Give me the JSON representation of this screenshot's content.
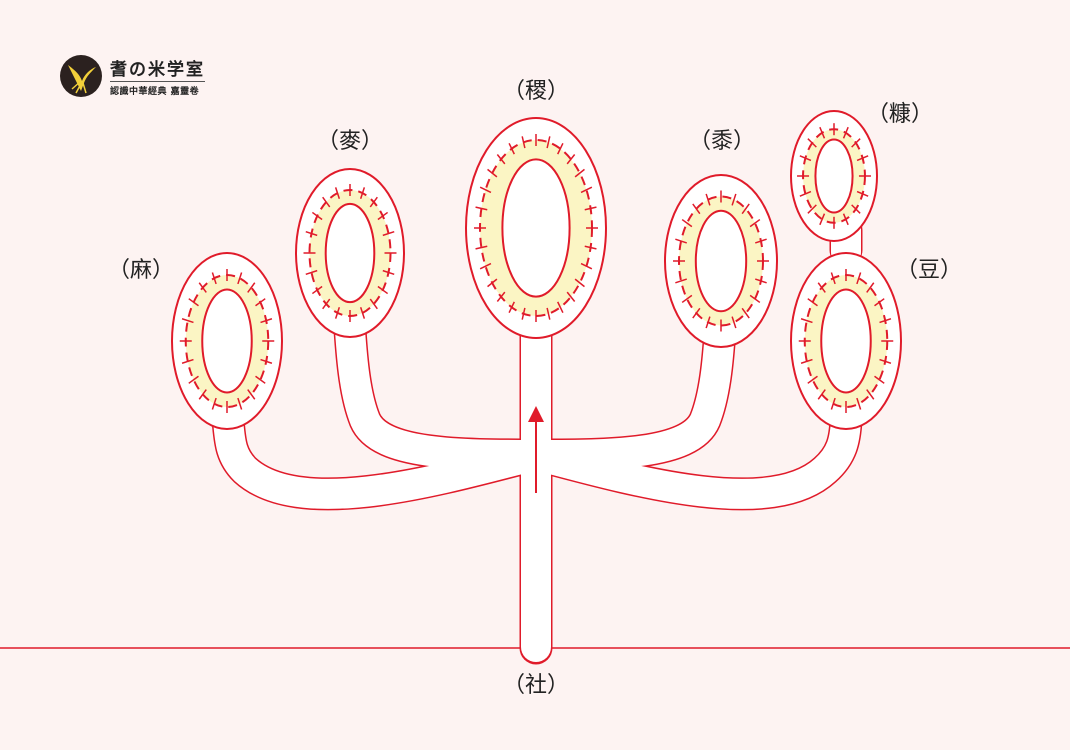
{
  "logo": {
    "title": "耆の米学室",
    "subtitle": "認識中華經典 嘉靈卷"
  },
  "labels": {
    "ji": "（稷）",
    "mai": "（麥）",
    "shu": "（黍）",
    "kang": "（糠）",
    "ma": "（麻）",
    "dou": "（豆）",
    "she": "（社）"
  },
  "colors": {
    "line": "#e01b2a",
    "fill_outer": "#ffffff",
    "fill_band": "#fbf5c4",
    "background": "#fdf3f2",
    "arrow": "#e01b2a"
  }
}
